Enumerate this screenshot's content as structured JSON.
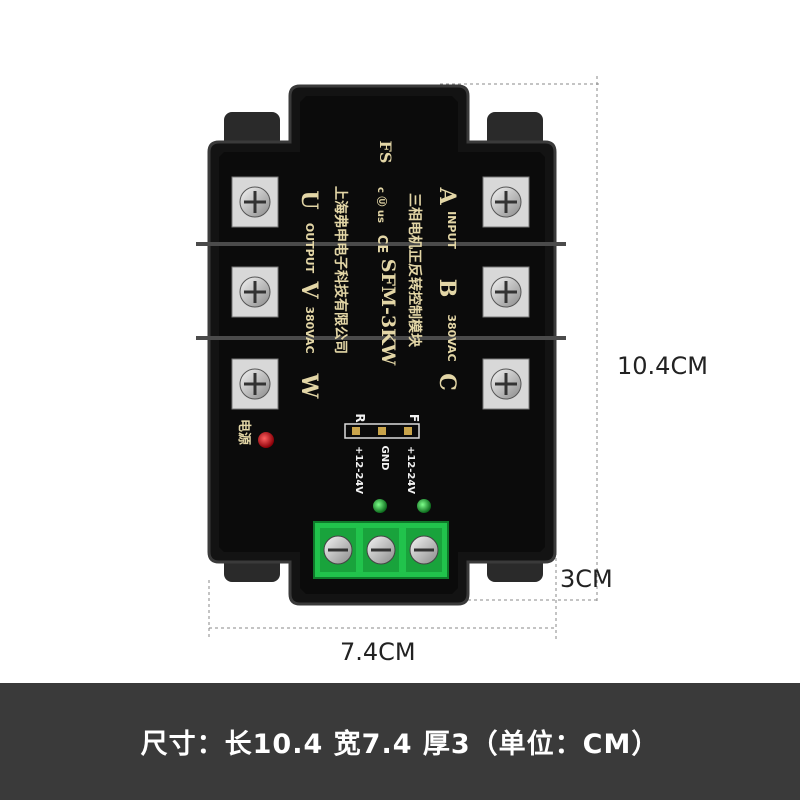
{
  "dimensions": {
    "height_label": "10.4CM",
    "thickness_label": "3CM",
    "width_label": "7.4CM"
  },
  "footer": {
    "caption": "尺寸：长10.4  宽7.4  厚3（单位：CM）"
  },
  "module": {
    "brand": "FS",
    "cert_ul": "c Ⓤ us",
    "cert_ce": "CE",
    "company": "上海弗申电子科技有限公司",
    "product_name": "三相电机正反转控制模块",
    "model": "SFM-3KW",
    "input_labels": [
      "A",
      "B",
      "C"
    ],
    "input_caption": "INPUT",
    "input_voltage": "380VAC",
    "output_labels": [
      "U",
      "V",
      "W"
    ],
    "output_caption": "OUTPUT",
    "output_voltage": "380VAC",
    "power_label": "电源",
    "control_labels": [
      "R",
      "F"
    ],
    "control_pins": [
      "+12-24V",
      "GND",
      "+12-24V"
    ],
    "colors": {
      "body": "#131313",
      "label": "#e3d6a6",
      "terminal_green": "#21c34c",
      "power_led": "#c8101a",
      "status_led": "#27b23e"
    }
  }
}
